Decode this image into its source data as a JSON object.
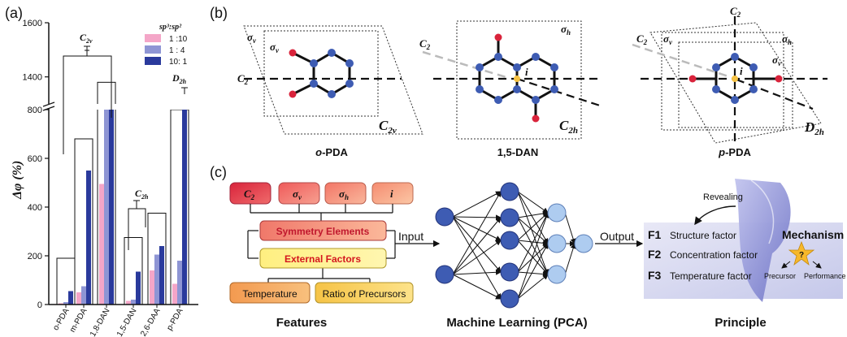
{
  "panel_labels": {
    "a": "(a)",
    "b": "(b)",
    "c": "(c)"
  },
  "chart_data": {
    "type": "bar",
    "ylabel": "Δφ (%)",
    "categories": [
      "o-PDA",
      "m-PDA",
      "1,8-DAN",
      "1,5-DAN",
      "2,6-DAA",
      "p-PDA"
    ],
    "legend_title": "sp³:sp²",
    "series": [
      {
        "name": "1 :10",
        "color": "#f4a6c8",
        "values": [
          5,
          50,
          495,
          15,
          140,
          85
        ]
      },
      {
        "name": "1 : 4",
        "color": "#8e95d4",
        "values": [
          10,
          75,
          840,
          20,
          205,
          180
        ]
      },
      {
        "name": "10: 1",
        "color": "#2a3a9c",
        "values": [
          55,
          550,
          1300,
          135,
          240,
          930
        ]
      }
    ],
    "envelope_max": [
      190,
      680,
      1380,
      275,
      375,
      1200
    ],
    "yticks": [
      0,
      200,
      400,
      600,
      800,
      1400,
      1600
    ],
    "axis_break": [
      800,
      1300
    ],
    "ylim": [
      0,
      1600
    ],
    "group_labels": [
      "C2v",
      "C2h",
      "D2h"
    ],
    "legend_placement": "top-right"
  },
  "molecules": [
    {
      "name": "o-PDA",
      "group": "C2v",
      "elements": [
        "σv",
        "σv",
        "C2"
      ]
    },
    {
      "name": "1,5-DAN",
      "group": "C2h",
      "elements": [
        "σh",
        "C2",
        "i"
      ]
    },
    {
      "name": "p-PDA",
      "group": "D2h",
      "elements": [
        "C2",
        "C2",
        "σv",
        "σh",
        "σv",
        "i"
      ]
    }
  ],
  "workflow": {
    "symmetry_elements": [
      "C2",
      "σv",
      "σh",
      "i"
    ],
    "symmetry_box": "Symmetry Elements",
    "external_box": "External Factors",
    "sub_factors": [
      "Temperature",
      "Ratio of Precursors"
    ],
    "input_label": "Input",
    "output_label": "Output",
    "features_label": "Features",
    "ml_label": "Machine Learning (PCA)",
    "principle_label": "Principle",
    "factors": [
      {
        "id": "F1",
        "text": "Structure factor"
      },
      {
        "id": "F2",
        "text": "Concentration factor"
      },
      {
        "id": "F3",
        "text": "Temperature factor"
      }
    ],
    "mechanism": "Mechanism",
    "revealing": "Revealing",
    "precursor": "Precursor",
    "performance": "Performance",
    "question": "?"
  },
  "colors": {
    "accent_red": "#d9233b",
    "bond_dark": "#111111",
    "node_blue": "#3e5cb3",
    "node_light": "#aeccf0"
  }
}
